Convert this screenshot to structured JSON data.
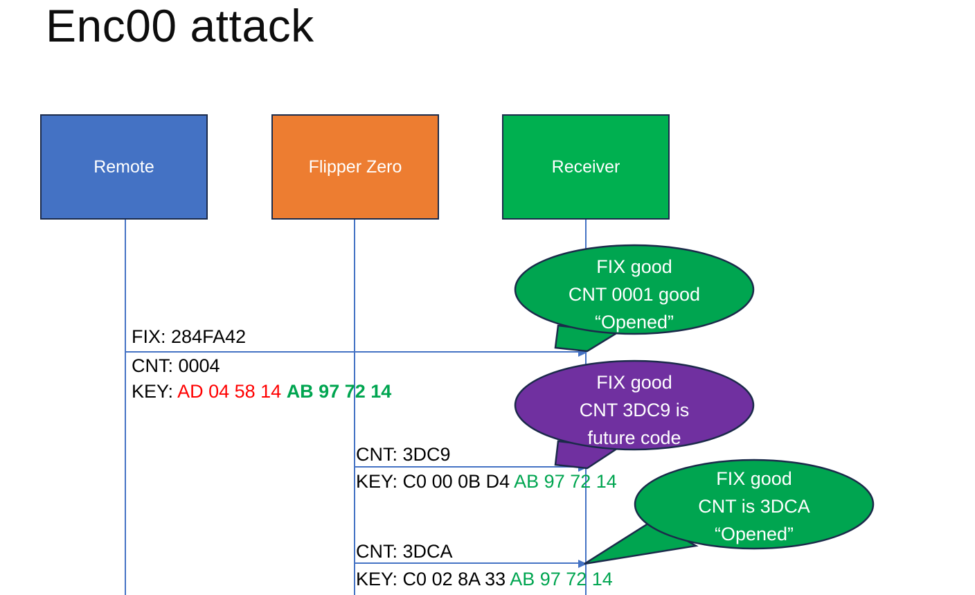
{
  "slide": {
    "title": "Enc00 attack",
    "background": "#ffffff"
  },
  "colors": {
    "remote_blue": "#4472C4",
    "flipper_orange": "#ED7D31",
    "receiver_green": "#00B050",
    "callout_green": "#00A550",
    "callout_purple": "#7030A0",
    "outline_navy": "#1b2a4a",
    "hex_red": "#FF0000",
    "hex_green": "#00A550",
    "text_black": "#000000"
  },
  "actors": [
    {
      "id": "remote",
      "label": "Remote",
      "color": "#4472C4"
    },
    {
      "id": "flipper",
      "label": "Flipper Zero",
      "color": "#ED7D31"
    },
    {
      "id": "receiver",
      "label": "Receiver",
      "color": "#00B050"
    }
  ],
  "messages": [
    {
      "id": "msg-1",
      "from": "remote",
      "to": "receiver",
      "lines": [
        {
          "label": "FIX: ",
          "value": "284FA42"
        },
        {
          "label": "CNT: ",
          "value": "0004"
        },
        {
          "label": "KEY: ",
          "hex_red": "AD 04 58 14",
          "hex_green": "AB 97 72 14"
        }
      ]
    },
    {
      "id": "msg-2",
      "from": "flipper",
      "to": "receiver",
      "lines": [
        {
          "label": "CNT: ",
          "value": "3DC9"
        },
        {
          "label": "KEY: ",
          "value": "C0 00 0B D4 ",
          "hex_green": "AB 97 72 14"
        }
      ]
    },
    {
      "id": "msg-3",
      "from": "flipper",
      "to": "receiver",
      "lines": [
        {
          "label": "CNT: ",
          "value": "3DCA"
        },
        {
          "label": "KEY: ",
          "value": "C0 02 8A 33 ",
          "hex_green": "AB 97 72 14"
        }
      ]
    }
  ],
  "callouts": [
    {
      "id": "callout-1",
      "color": "#00A550",
      "line1": "FIX good",
      "line2": "CNT 0001 good",
      "line3": "“Opened”"
    },
    {
      "id": "callout-2",
      "color": "#7030A0",
      "line1": "FIX good",
      "line2": "CNT 3DC9 is",
      "line3": "future code"
    },
    {
      "id": "callout-3",
      "color": "#00A550",
      "line1": "FIX good",
      "line2": "CNT is 3DCA",
      "line3": "“Opened”"
    }
  ]
}
